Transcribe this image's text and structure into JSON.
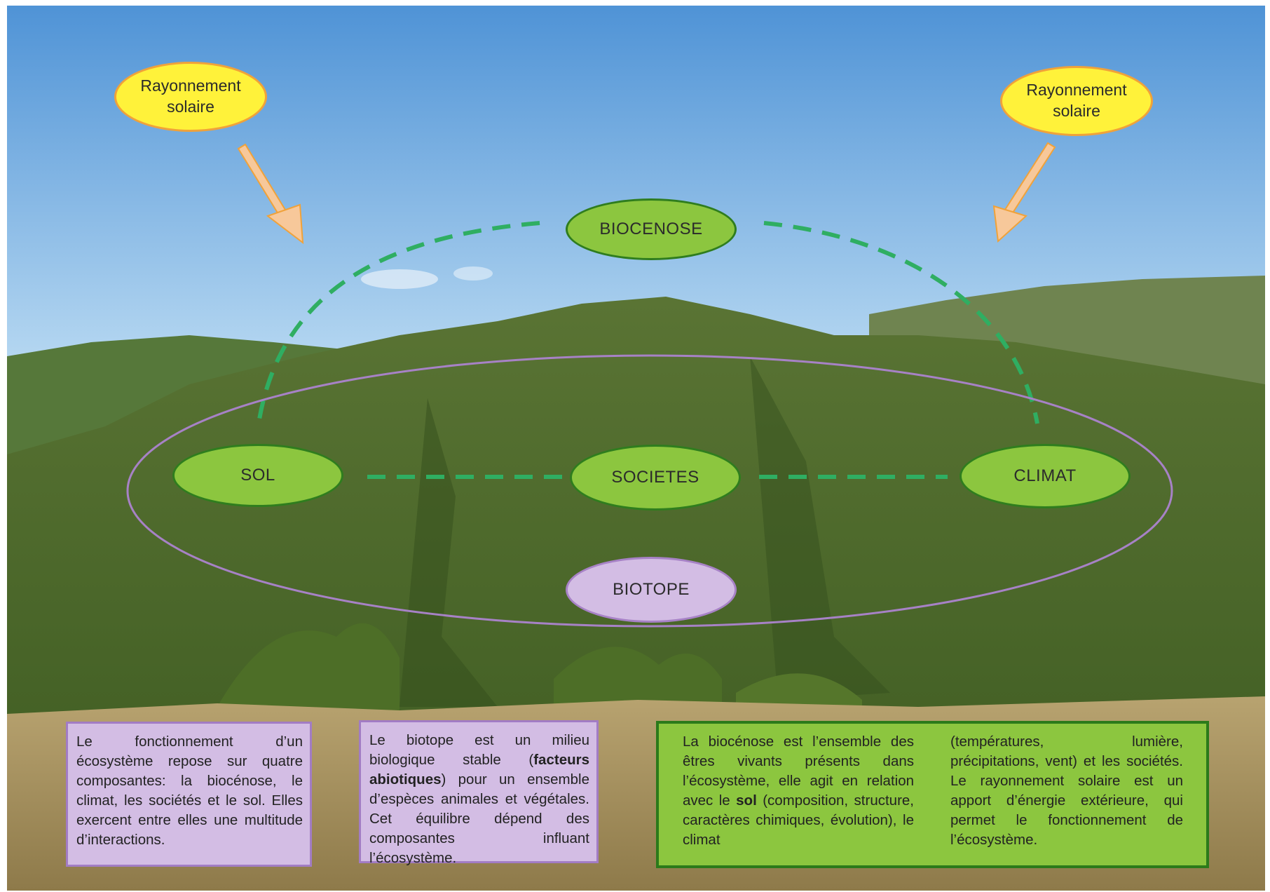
{
  "title": "",
  "nodes": {
    "sun_left": [
      "Rayonnement",
      "solaire"
    ],
    "sun_right": [
      "Rayonnement",
      "solaire"
    ],
    "biocenose": "BIOCENOSE",
    "sol": "SOL",
    "societes": "SOCIETES",
    "climat": "CLIMAT",
    "biotope": "BIOTOPE"
  },
  "text_boxes": {
    "box1": "Le fonctionnement d’un écosystème repose sur quatre composantes: la biocénose, le climat, les sociétés et le sol. Elles exercent entre elles une multitude d’interactions.",
    "box2": {
      "part1": "Le biotope est un milieu biologique stable (",
      "bold": "facteurs abiotiques",
      "part2": ") pour un ensemble d’espèces animales et végétales. Cet équilibre dépend des composantes influant l’écosystème."
    },
    "box3": {
      "part1": "La biocénose est l’ensemble des êtres vivants présents dans l’écosystème, elle agit en relation avec le ",
      "bold": "sol",
      "part2": " (composition, structure, caractères chimiques, évolution), le climat",
      "part3": "(températures, lumière, précipitations, vent) et les sociétés. Le rayonnement solaire est un apport d’énergie extérieure, qui permet le fonctionnement de l’écosystème."
    }
  },
  "colors": {
    "sky_top": "#4f93d6",
    "sky_bottom": "#b8d9f2",
    "sun_fill": "#fff23a",
    "sun_border": "#f0a23a",
    "arrow": "#f7c89a",
    "component_fill": "#8cc63f",
    "component_border": "#2f7d1e",
    "dashed_link": "#2fae62",
    "biotope_fill": "#d3bde4",
    "biotope_ring": "#a782c6",
    "forest": "#4d6b2a"
  }
}
